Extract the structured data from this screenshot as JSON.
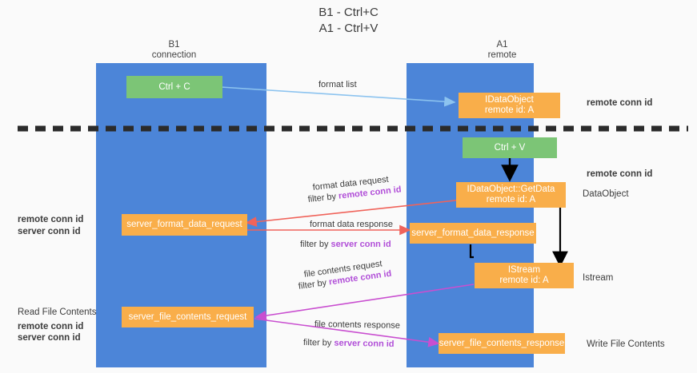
{
  "title": "B1 - Ctrl+C\nA1 - Ctrl+V",
  "columns": [
    {
      "name": "B1",
      "sub": "connection",
      "label": "B1\nconnection"
    },
    {
      "name": "A1",
      "sub": "remote",
      "label": "A1\nremote"
    }
  ],
  "nodes": {
    "ctrl_c": "Ctrl + C",
    "ctrl_v": "Ctrl + V",
    "idataobject": "IDataObject\nremote id: A",
    "idataobject_getdata": "IDataObject::GetData\nremote id: A",
    "istream": "IStream\nremote id: A",
    "server_format_data_request": "server_format_data_request",
    "server_format_data_response": "server_format_data_response",
    "server_file_contents_request": "server_file_contents_request",
    "server_file_contents_response": "server_file_contents_response"
  },
  "edges": {
    "format_list": "format list",
    "format_data_request": "format data request",
    "format_data_response": "format data response",
    "file_contents_request": "file contents request",
    "file_contents_response": "file contents response",
    "filter_by": "filter by ",
    "remote_conn_id": "remote conn id",
    "server_conn_id": "server conn id"
  },
  "left_labels": {
    "remote_conn_id": "remote conn id",
    "server_conn_id": "server conn id",
    "read_file_contents": "Read File Contents"
  },
  "right_labels": {
    "remote_conn_id_top": "remote conn id",
    "remote_conn_id_mid": "remote conn id",
    "dataobject": "DataObject",
    "istream": "Istream",
    "write_file_contents": "Write File Contents"
  },
  "colors": {
    "lane": "#4c85d8",
    "green_node": "#7cc576",
    "orange_node": "#f9ae4a",
    "purple_text": "#b14fd8",
    "green_text": "#6cbf63",
    "red_arrow": "#f0635a",
    "magenta_arrow": "#c94fd0",
    "blue_arrow": "#8cc3ef",
    "black_arrow": "#000000",
    "divider": "#2b2b2b"
  }
}
